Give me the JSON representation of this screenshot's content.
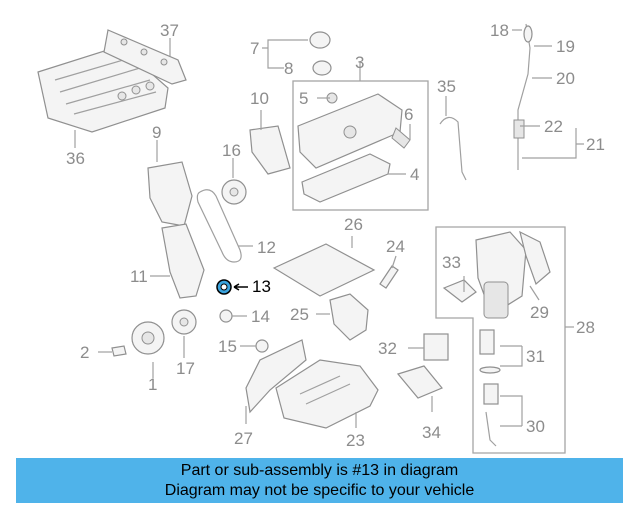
{
  "diagram": {
    "part_numbers": [
      "1",
      "2",
      "3",
      "4",
      "5",
      "6",
      "7",
      "8",
      "9",
      "10",
      "11",
      "12",
      "13",
      "14",
      "15",
      "16",
      "17",
      "18",
      "19",
      "20",
      "21",
      "22",
      "23",
      "24",
      "25",
      "26",
      "27",
      "28",
      "29",
      "30",
      "31",
      "32",
      "33",
      "34",
      "35",
      "36",
      "37"
    ],
    "highlighted": "13",
    "highlight_color": "#000000",
    "label_color": "#8c8c8c"
  },
  "caption": {
    "line1": "Part or sub-assembly is #13 in diagram",
    "line2": "Diagram may not be specific to your vehicle",
    "background": "#4fb3ea"
  }
}
